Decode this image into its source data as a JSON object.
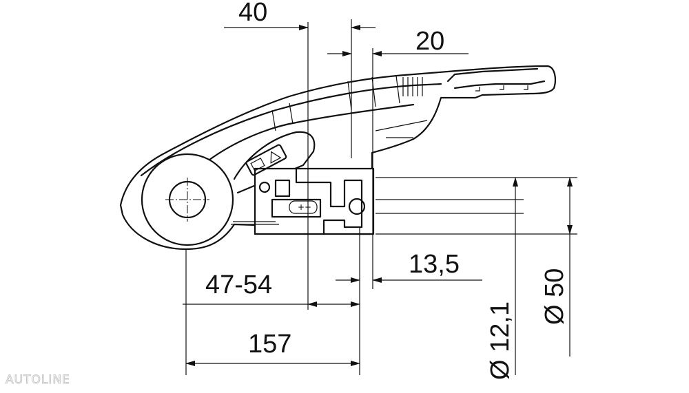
{
  "dimensions": {
    "d40": "40",
    "d20": "20",
    "d13_5": "13,5",
    "d47_54": "47-54",
    "d157": "157",
    "d12_1": "Ø 12,1",
    "d50": "Ø 50"
  },
  "watermark": "AUTOLINE"
}
